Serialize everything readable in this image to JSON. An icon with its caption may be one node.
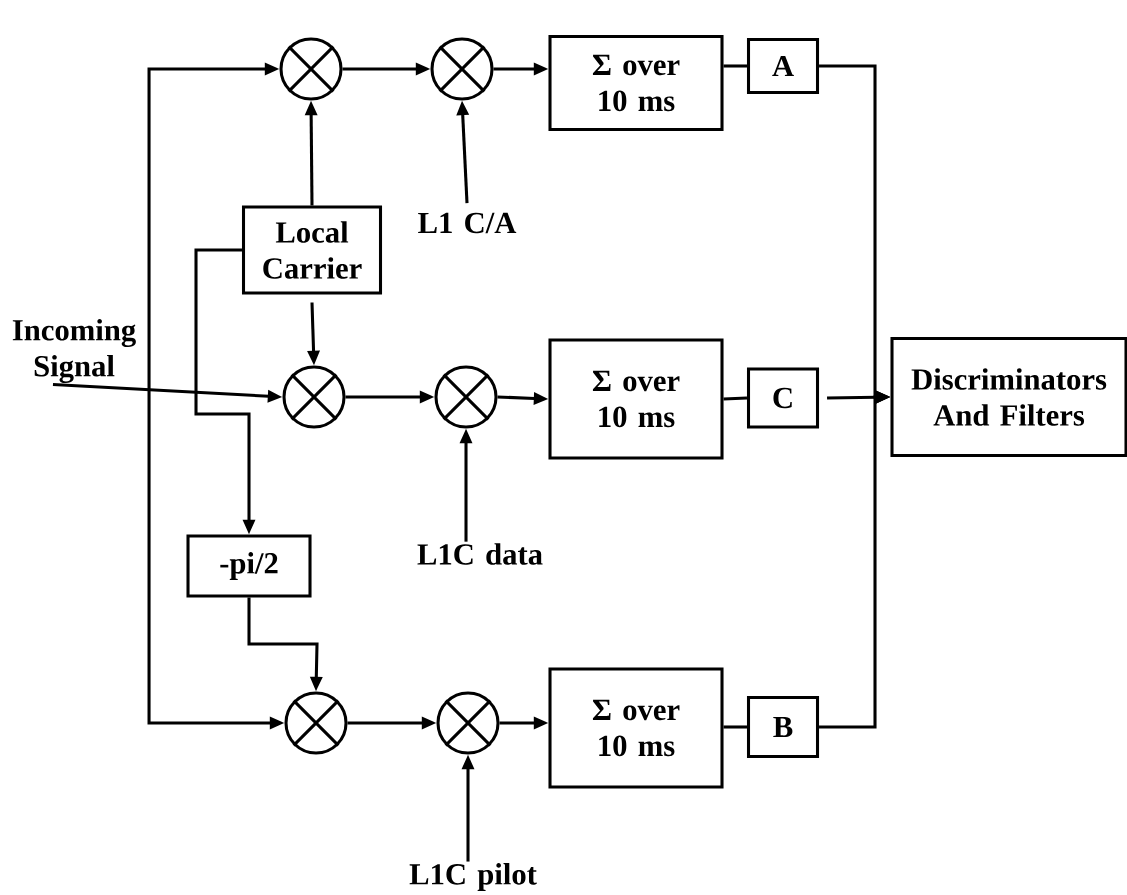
{
  "diagram": {
    "nodes": [
      {
        "text": [
          "Incoming Signal"
        ]
      },
      {
        "text": [
          "Local Carrier"
        ]
      },
      {
        "text": [],
        "shape": "circle"
      },
      {
        "text": [],
        "shape": "circle"
      },
      {
        "text": [
          "Σ over 10 ms"
        ]
      },
      {
        "text": [
          "A"
        ]
      },
      {
        "text": [
          "L1 C/A"
        ]
      },
      {
        "text": [],
        "shape": "circle"
      },
      {
        "text": [],
        "shape": "circle"
      },
      {
        "text": [
          "Σ over 10 ms"
        ]
      },
      {
        "text": [
          "C"
        ]
      },
      {
        "text": [
          "Discriminators And Filters"
        ]
      },
      {
        "text": [
          "L1C data"
        ]
      },
      {
        "text": [
          "-pi/2"
        ]
      },
      {
        "text": [],
        "shape": "circle"
      },
      {
        "text": [],
        "shape": "circle"
      },
      {
        "text": [
          "Σ over 10 ms"
        ]
      },
      {
        "text": [
          "B"
        ]
      },
      {
        "text": [
          "L1C pilot"
        ]
      }
    ],
    "edges": [
      {
        "from": 0,
        "to": 7,
        "arrow": "to"
      },
      {
        "from": 0,
        "to": 2,
        "arrow": "to"
      },
      {
        "from": 0,
        "to": 14,
        "arrow": "to"
      },
      {
        "from": 1,
        "to": 2,
        "arrow": "to"
      },
      {
        "from": 1,
        "to": 7,
        "arrow": "to"
      },
      {
        "from": 1,
        "to": 13,
        "arrow": "to"
      },
      {
        "from": 13,
        "to": 14,
        "arrow": "to"
      },
      {
        "from": 2,
        "to": 3,
        "arrow": "to"
      },
      {
        "from": 3,
        "to": 4,
        "arrow": "to"
      },
      {
        "from": 4,
        "to": 5,
        "arrow": "none"
      },
      {
        "from": 5,
        "to": 11,
        "arrow": "to"
      },
      {
        "from": 6,
        "to": 3,
        "arrow": "to"
      },
      {
        "from": 7,
        "to": 8,
        "arrow": "to"
      },
      {
        "from": 8,
        "to": 9,
        "arrow": "to"
      },
      {
        "from": 9,
        "to": 10,
        "arrow": "none"
      },
      {
        "from": 10,
        "to": 11,
        "arrow": "to"
      },
      {
        "from": 12,
        "to": 8,
        "arrow": "to"
      },
      {
        "from": 14,
        "to": 15,
        "arrow": "to"
      },
      {
        "from": 15,
        "to": 16,
        "arrow": "to"
      },
      {
        "from": 16,
        "to": 17,
        "arrow": "none"
      },
      {
        "from": 17,
        "to": 11,
        "arrow": "to"
      },
      {
        "from": 18,
        "to": 15,
        "arrow": "to"
      }
    ]
  }
}
